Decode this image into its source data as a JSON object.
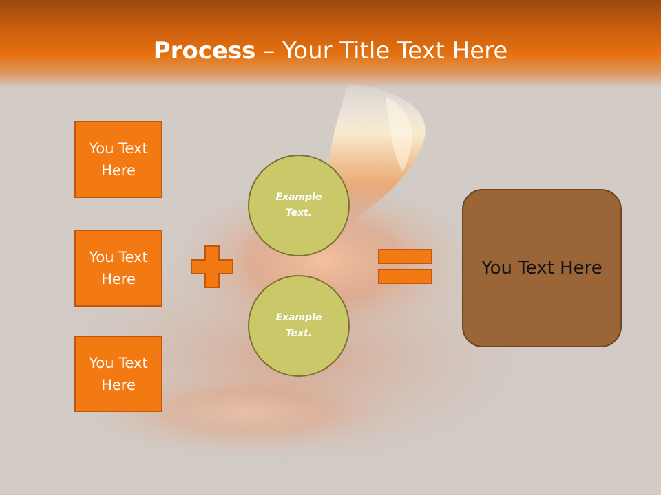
{
  "slide": {
    "title_bold": "Process",
    "title_rest": " – Your Title Text Here"
  },
  "left_boxes": [
    {
      "label": "You Text Here"
    },
    {
      "label": "You Text Here"
    },
    {
      "label": "You Text Here"
    }
  ],
  "circles": [
    {
      "label": "Example Text."
    },
    {
      "label": "Example Text."
    }
  ],
  "result_box": {
    "label": "You Text Here"
  },
  "operators": {
    "plus_icon": "plus-icon",
    "equals_icon": "equals-icon"
  },
  "colors": {
    "accent_orange": "#f37a12",
    "title_band": "#e6710f",
    "circle_fill": "#cbc86a",
    "result_fill": "#9a6637",
    "background": "#d2cbc6"
  }
}
